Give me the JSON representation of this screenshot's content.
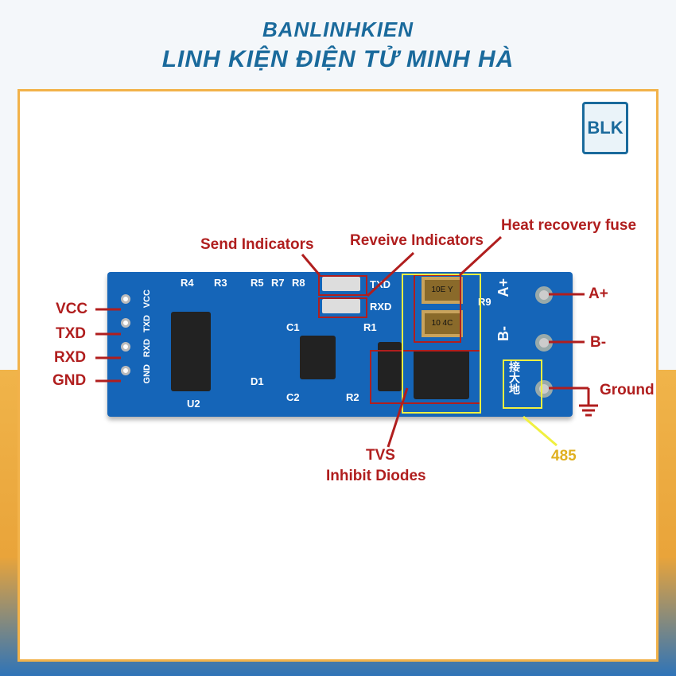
{
  "header": {
    "brand": "BANLINHKIEN",
    "subtitle": "LINH KIỆN ĐIỆN TỬ MINH HÀ",
    "logo": "BLK"
  },
  "annotations": {
    "left_pins": [
      "VCC",
      "TXD",
      "RXD",
      "GND"
    ],
    "send": "Send Indicators",
    "receive": "Reveive Indicators",
    "fuse": "Heat recovery fuse",
    "a_plus": "A+",
    "b_minus": "B-",
    "ground": "Ground",
    "tvs_line1": "TVS",
    "tvs_line2": "Inhibit Diodes",
    "rs485": "485"
  },
  "silkscreen": {
    "vcc": "VCC",
    "txd": "TXD",
    "rxd": "RXD",
    "gnd": "GND",
    "r4": "R4",
    "r3": "R3",
    "r5": "R5",
    "r7": "R7",
    "r8": "R8",
    "r9": "R9",
    "r1": "R1",
    "r2": "R2",
    "c1": "C1",
    "c2": "C2",
    "d1": "D1",
    "u2": "U2",
    "led_txd": "TXD",
    "led_rxd": "RXD",
    "a_plus": "A+",
    "b_minus": "B-",
    "cn": "接大地",
    "fuse1": "10E Y",
    "fuse2": "10 4C"
  },
  "colors": {
    "brand": "#1a6a9c",
    "annotation": "#b01e1e",
    "highlight": "#f0f040",
    "pcb": "#1565b8",
    "rs485": "#e0b020"
  }
}
